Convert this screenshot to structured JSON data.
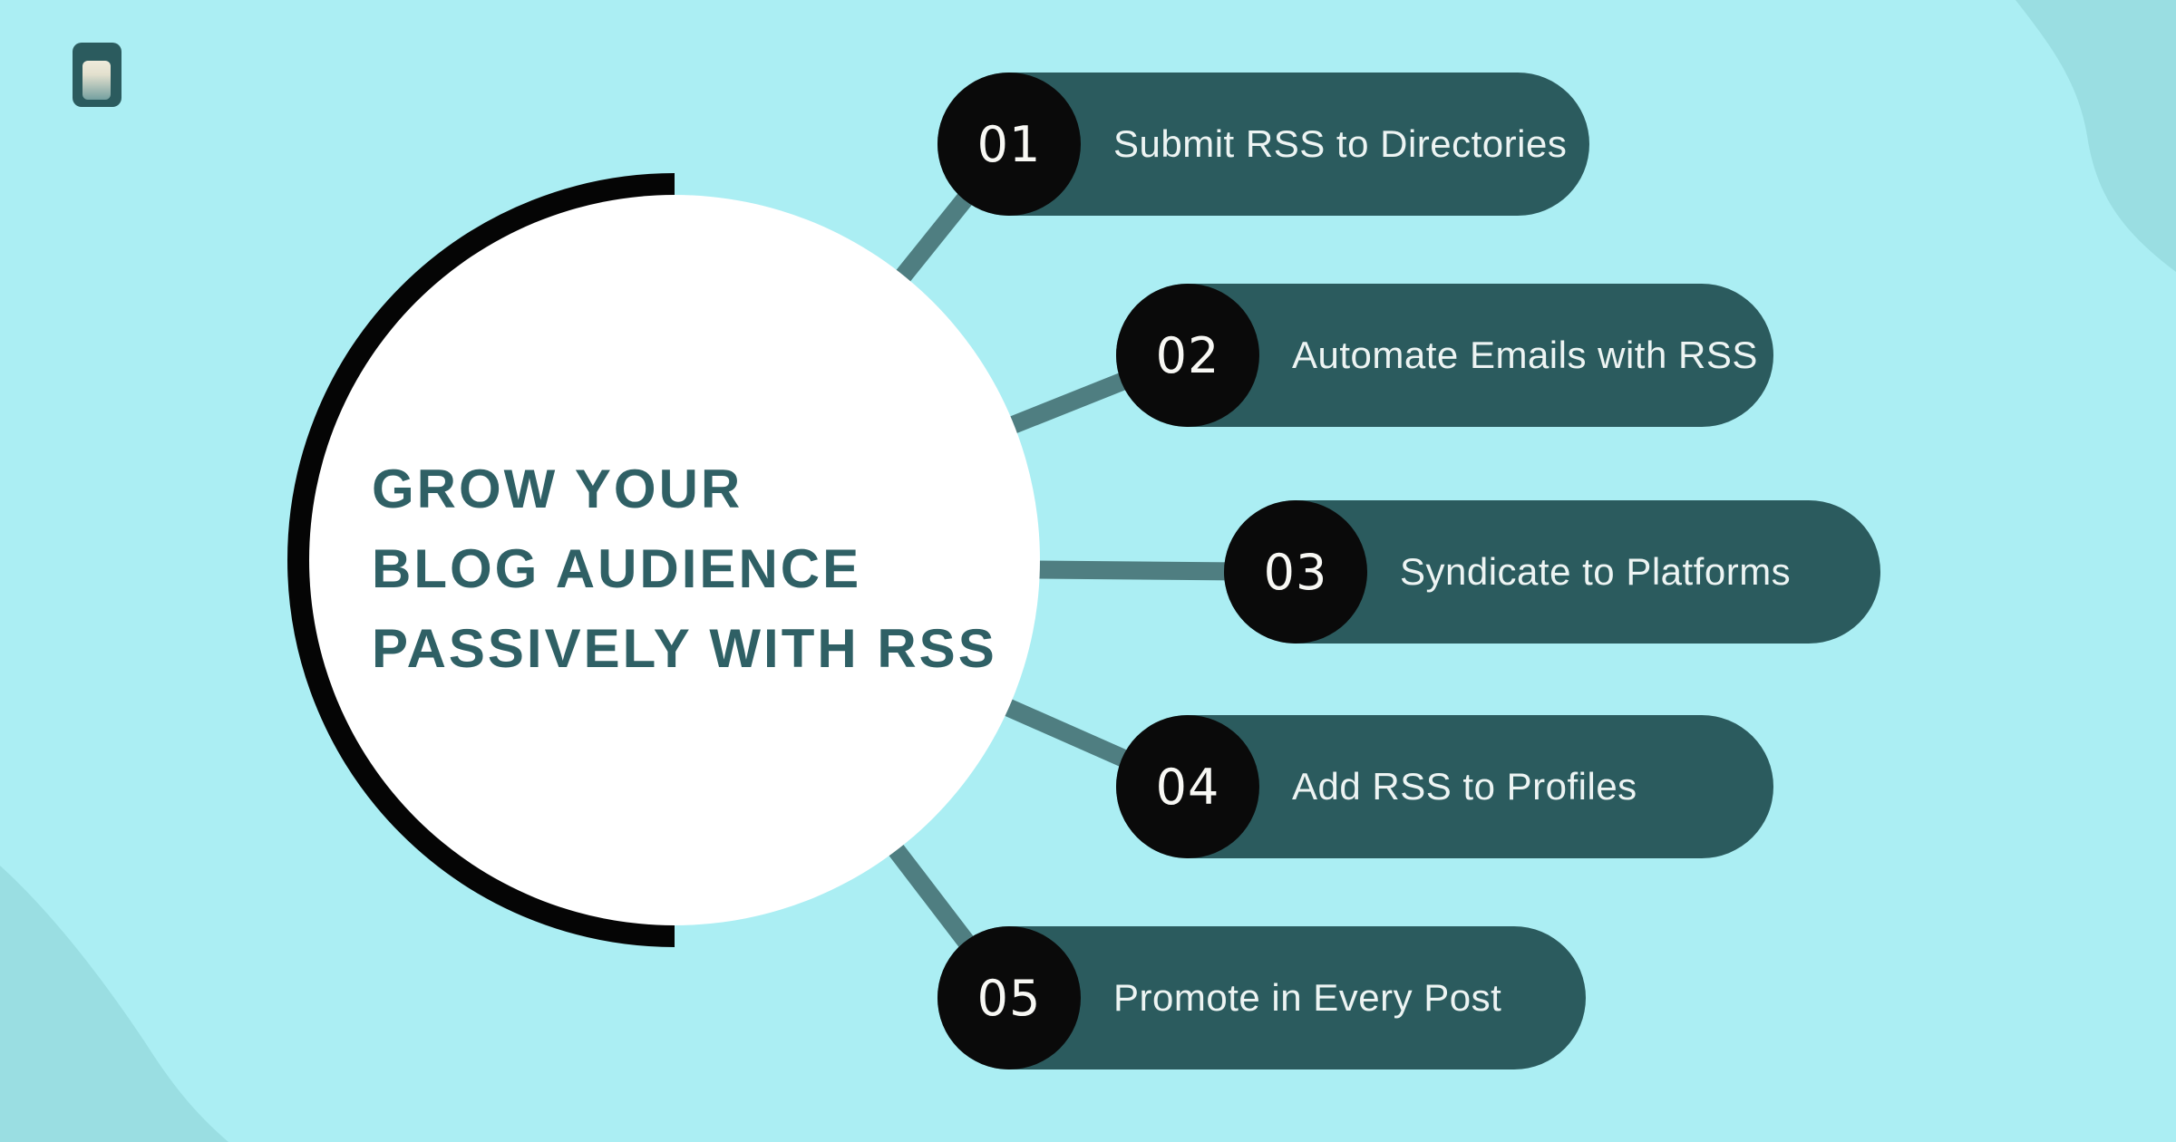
{
  "canvas": {
    "background": "#ABEEF3",
    "blob_color": "#9ADEE2"
  },
  "logo": {
    "icon": "tablet-logo-icon",
    "outer_color": "#2B5B5E",
    "screen_gradient_top": "#EFEBDB",
    "screen_gradient_bottom": "#74A0A0"
  },
  "title": {
    "lines": [
      "GROW YOUR",
      "BLOG AUDIENCE",
      "PASSIVELY WITH RSS"
    ],
    "color": "#2F6065"
  },
  "steps": [
    {
      "number": "01",
      "label": "Submit RSS to Directories"
    },
    {
      "number": "02",
      "label": "Automate Emails with RSS"
    },
    {
      "number": "03",
      "label": "Syndicate to Platforms"
    },
    {
      "number": "04",
      "label": "Add RSS to Profiles"
    },
    {
      "number": "05",
      "label": "Promote in Every Post"
    }
  ],
  "style": {
    "pill_color": "#2B5B5E",
    "pill_text_color": "#EDF4F3",
    "number_circle_color": "#0A0A0A",
    "number_text_color": "#F8F8F4",
    "connector_color": "#4F7E81",
    "arc_color": "#050505",
    "circle_color": "#FFFFFF"
  }
}
